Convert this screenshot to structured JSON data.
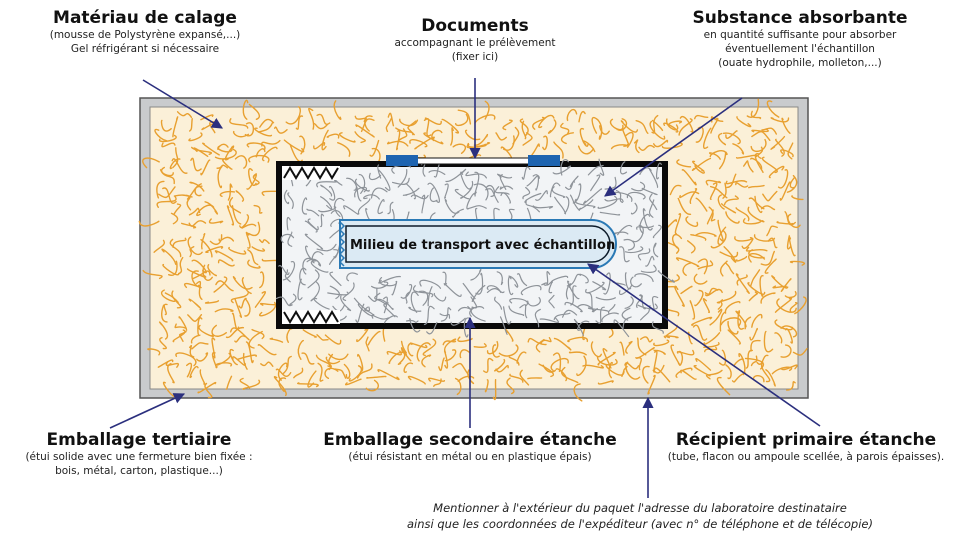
{
  "labels": {
    "materiau": {
      "title": "Matériau de calage",
      "lines": [
        "(mousse de Polystyrène expansé,...)",
        "Gel réfrigérant si nécessaire"
      ]
    },
    "documents": {
      "title": "Documents",
      "lines": [
        "accompagnant le prélèvement",
        "(fixer ici)"
      ]
    },
    "substance": {
      "title": "Substance absorbante",
      "lines": [
        "en quantité suffisante pour absorber",
        "éventuellement l'échantillon",
        "(ouate hydrophile, molleton,...)"
      ]
    },
    "tertiaire": {
      "title": "Emballage tertiaire",
      "lines": [
        "(étui solide avec une fermeture bien fixée :",
        "bois, métal, carton, plastique...)"
      ]
    },
    "secondaire": {
      "title": "Emballage secondaire étanche",
      "lines": [
        "(étui résistant en métal ou en plastique épais)"
      ]
    },
    "primaire": {
      "title": "Récipient primaire étanche",
      "lines": [
        "(tube, flacon ou ampoule scellée, à parois épaisses)."
      ]
    }
  },
  "sample_label": "Milieu de transport avec échantillon",
  "note_lines": [
    "Mentionner à l'extérieur du paquet l'adresse du laboratoire destinataire",
    "ainsi que les coordonnées de l'expéditeur (avec n° de téléphone et de télécopie)"
  ],
  "colors": {
    "tertiary_fill": "#fbf0d8",
    "squiggle_orange": "#e8a030",
    "secondary_fill": "#f2f4f6",
    "squiggle_grey": "#8e9399",
    "primary_fill": "#dbeaf4",
    "primary_stroke": "#2a79b5",
    "arrow": "#2b2f7e",
    "clasp_blue": "#1e64b0"
  }
}
